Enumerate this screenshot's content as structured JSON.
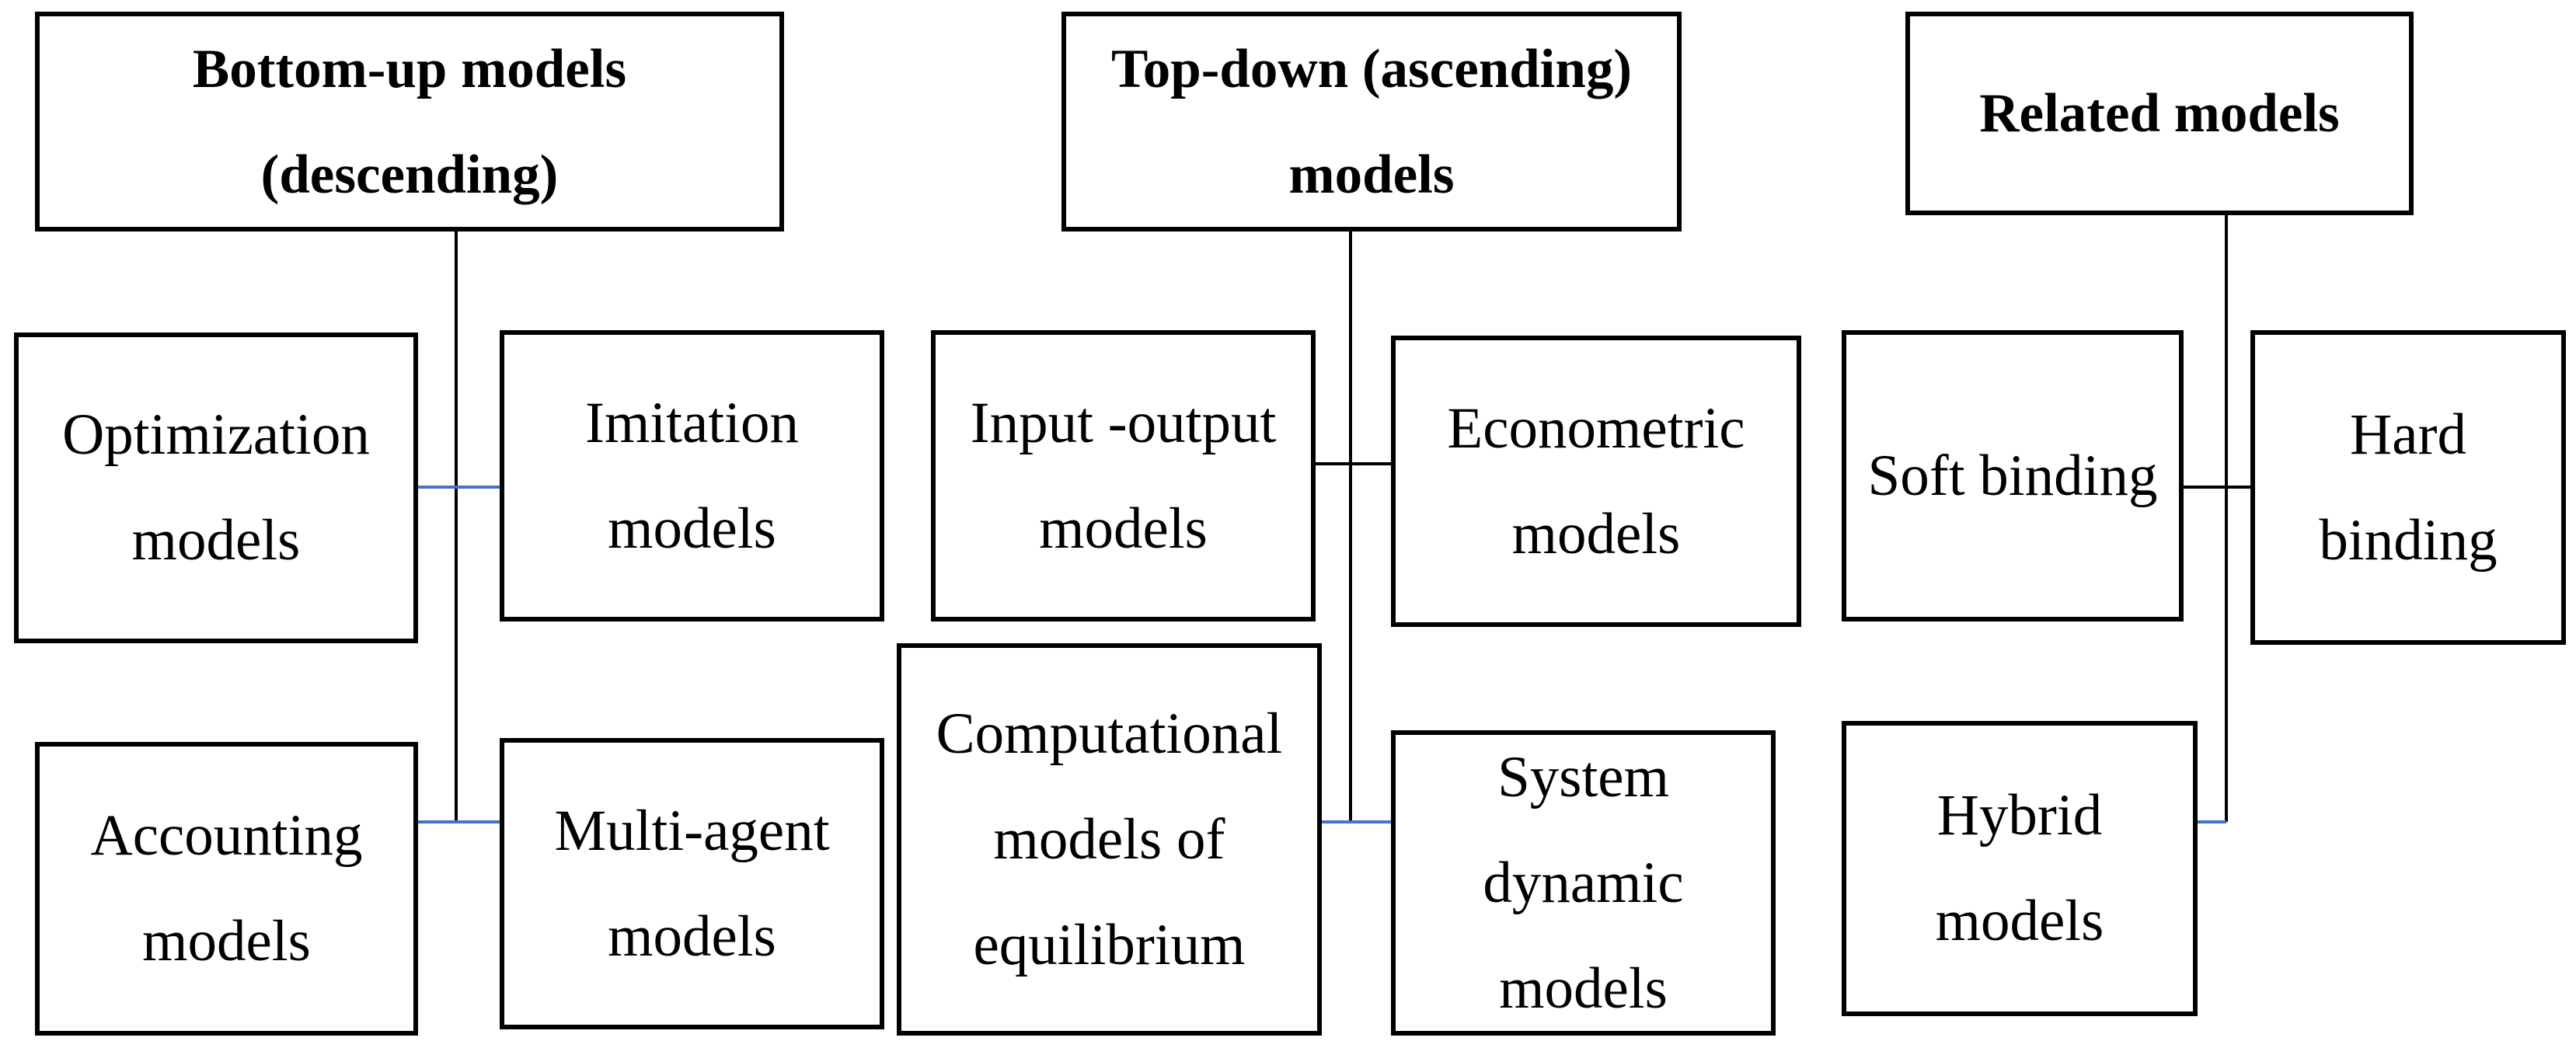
{
  "colors": {
    "box_border": "#000000",
    "trunk_line": "#000000",
    "accent_connector": "#4472C4"
  },
  "groups": [
    {
      "header": {
        "lines": [
          "Bottom-up models",
          "(descending)"
        ]
      },
      "items": [
        {
          "lines": [
            "Optimization",
            "models"
          ]
        },
        {
          "lines": [
            "Imitation",
            "models"
          ]
        },
        {
          "lines": [
            "Accounting",
            "models"
          ]
        },
        {
          "lines": [
            "Multi-agent",
            "models"
          ]
        }
      ]
    },
    {
      "header": {
        "lines": [
          "Top-down (ascending)",
          "models"
        ]
      },
      "items": [
        {
          "lines": [
            "Input -output",
            "models"
          ]
        },
        {
          "lines": [
            "Econometric",
            "models"
          ]
        },
        {
          "lines": [
            "Computational",
            "models of",
            "equilibrium"
          ]
        },
        {
          "lines": [
            "System",
            "dynamic",
            "models"
          ]
        }
      ]
    },
    {
      "header": {
        "lines": [
          "Related models"
        ]
      },
      "items": [
        {
          "lines": [
            "Soft binding"
          ]
        },
        {
          "lines": [
            "Hard",
            "binding"
          ]
        },
        {
          "lines": [
            "Hybrid",
            "models"
          ]
        }
      ]
    }
  ]
}
